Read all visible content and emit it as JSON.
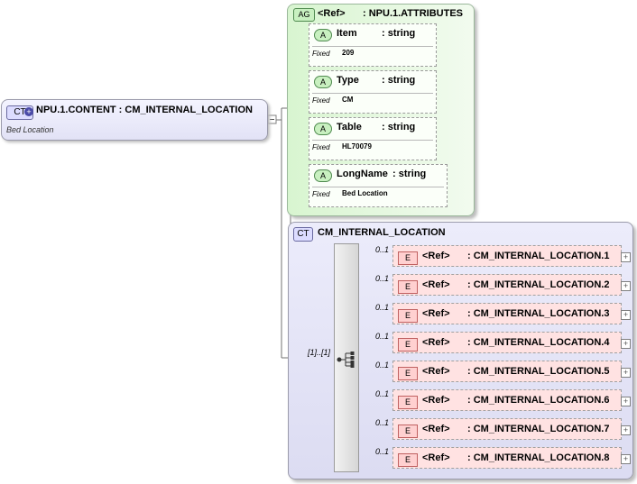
{
  "root": {
    "badge": "CT",
    "title": "NPU.1.CONTENT : CM_INTERNAL_LOCATION",
    "subtitle": "Bed Location"
  },
  "attribute_group": {
    "badge": "AG",
    "ref": "<Ref>",
    "name": ": NPU.1.ATTRIBUTES",
    "attributes": [
      {
        "badge": "A",
        "name": "Item",
        "type": ": string",
        "fixed_label": "Fixed",
        "fixed_value": "209"
      },
      {
        "badge": "A",
        "name": "Type",
        "type": ": string",
        "fixed_label": "Fixed",
        "fixed_value": "CM"
      },
      {
        "badge": "A",
        "name": "Table",
        "type": ": string",
        "fixed_label": "Fixed",
        "fixed_value": "HL70079"
      },
      {
        "badge": "A",
        "name": "LongName",
        "type": ": string",
        "fixed_label": "Fixed",
        "fixed_value": "Bed Location"
      }
    ]
  },
  "complex_type": {
    "badge": "CT",
    "name": "CM_INTERNAL_LOCATION",
    "sequence_occurrence": "[1]..[1]",
    "elements": [
      {
        "badge": "E",
        "ref": "<Ref>",
        "type": ": CM_INTERNAL_LOCATION.1",
        "occurrence": "0..1"
      },
      {
        "badge": "E",
        "ref": "<Ref>",
        "type": ": CM_INTERNAL_LOCATION.2",
        "occurrence": "0..1"
      },
      {
        "badge": "E",
        "ref": "<Ref>",
        "type": ": CM_INTERNAL_LOCATION.3",
        "occurrence": "0..1"
      },
      {
        "badge": "E",
        "ref": "<Ref>",
        "type": ": CM_INTERNAL_LOCATION.4",
        "occurrence": "0..1"
      },
      {
        "badge": "E",
        "ref": "<Ref>",
        "type": ": CM_INTERNAL_LOCATION.5",
        "occurrence": "0..1"
      },
      {
        "badge": "E",
        "ref": "<Ref>",
        "type": ": CM_INTERNAL_LOCATION.6",
        "occurrence": "0..1"
      },
      {
        "badge": "E",
        "ref": "<Ref>",
        "type": ": CM_INTERNAL_LOCATION.7",
        "occurrence": "0..1"
      },
      {
        "badge": "E",
        "ref": "<Ref>",
        "type": ": CM_INTERNAL_LOCATION.8",
        "occurrence": "0..1"
      }
    ]
  }
}
